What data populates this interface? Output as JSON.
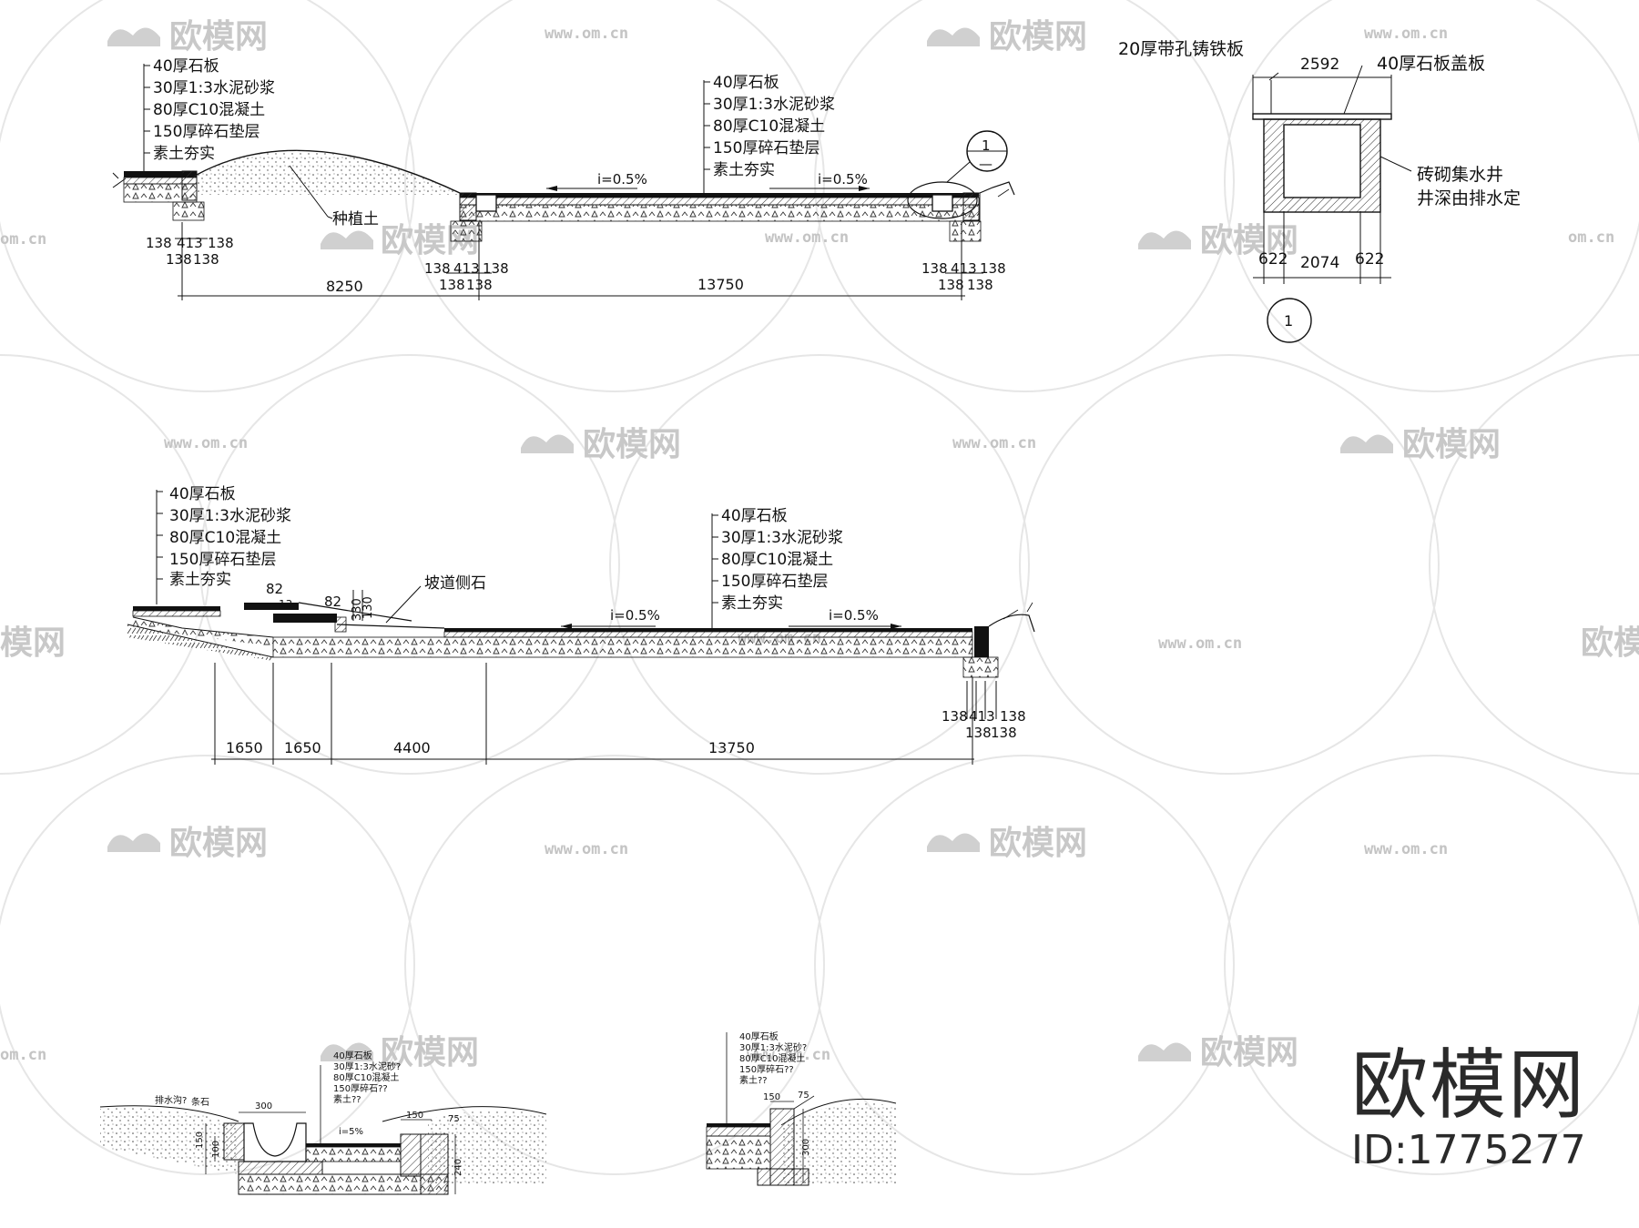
{
  "watermark": {
    "text": "欧模网",
    "url": "www.om.cn",
    "url_short": "om.cn",
    "text_short": "模网",
    "text_partial": "欧模",
    "color": "#c8c8c8"
  },
  "brand": {
    "name": "欧模网",
    "id": "ID:1775277"
  },
  "section1": {
    "layers_left": [
      "40厚石板",
      "30厚1:3水泥砂浆",
      "80厚C10混凝土",
      "150厚碎石垫层",
      "素土夯实"
    ],
    "layers_right": [
      "40厚石板",
      "30厚1:3水泥砂浆",
      "80厚C10混凝土",
      "150厚碎石垫层",
      "素土夯实"
    ],
    "planting_label": "种植土",
    "slope_left": "i=0.5%",
    "slope_right": "i=0.5%",
    "callout_top": "1",
    "callout_bottom": "—",
    "dims_small_a": "138",
    "dims_small_b": "413",
    "dims_small_c": "138",
    "dims_small_d": "138",
    "dims_small_e": "138",
    "dim_main_left": "8250",
    "dim_main_right": "13750"
  },
  "detail1": {
    "cover_label": "20厚带孔铸铁板",
    "slab_label": "40厚石板盖板",
    "width_top": "2592",
    "well_label_1": "砖砌集水井",
    "well_label_2": "井深由排水定",
    "dim_left": "622",
    "dim_mid": "2074",
    "dim_right": "622",
    "ref": "1"
  },
  "section2": {
    "layers_left": [
      "40厚石板",
      "30厚1:3水泥砂浆",
      "80厚C10混凝土",
      "150厚碎石垫层",
      "素土夯实"
    ],
    "layers_right": [
      "40厚石板",
      "30厚1:3水泥砂浆",
      "80厚C10混凝土",
      "150厚碎石垫层",
      "素土夯实"
    ],
    "curb_label": "坡道侧石",
    "slope_left": "i=0.5%",
    "slope_right": "i=0.5%",
    "dim_82a": "82",
    "dim_82b": "82",
    "dim_330": "330",
    "dim_130": "130",
    "dim_13": "13",
    "dims": [
      "1650",
      "1650",
      "4400",
      "13750"
    ],
    "dims_small_a": "138",
    "dims_small_b": "413",
    "dims_small_c": "138",
    "dims_small_d": "138",
    "dims_small_e": "138"
  },
  "small_left": {
    "layers": [
      "40厚石板",
      "30厚1:3水泥砂?",
      "80厚C10混凝土",
      "150厚碎石??",
      "素土??"
    ],
    "drain_label": "排水沟?",
    "stone_label": "条石",
    "dim_300": "300",
    "dim_150": "150",
    "dim_100": "100",
    "dim_150b": "150",
    "dim_75": "75",
    "dim_240": "240",
    "slope": "i=5%"
  },
  "small_right": {
    "layers": [
      "40厚石板",
      "30厚1:3水泥砂?",
      "80厚C10混凝土",
      "150厚碎石??",
      "素土??"
    ],
    "dim_150": "150",
    "dim_75": "75",
    "dim_300": "300"
  }
}
